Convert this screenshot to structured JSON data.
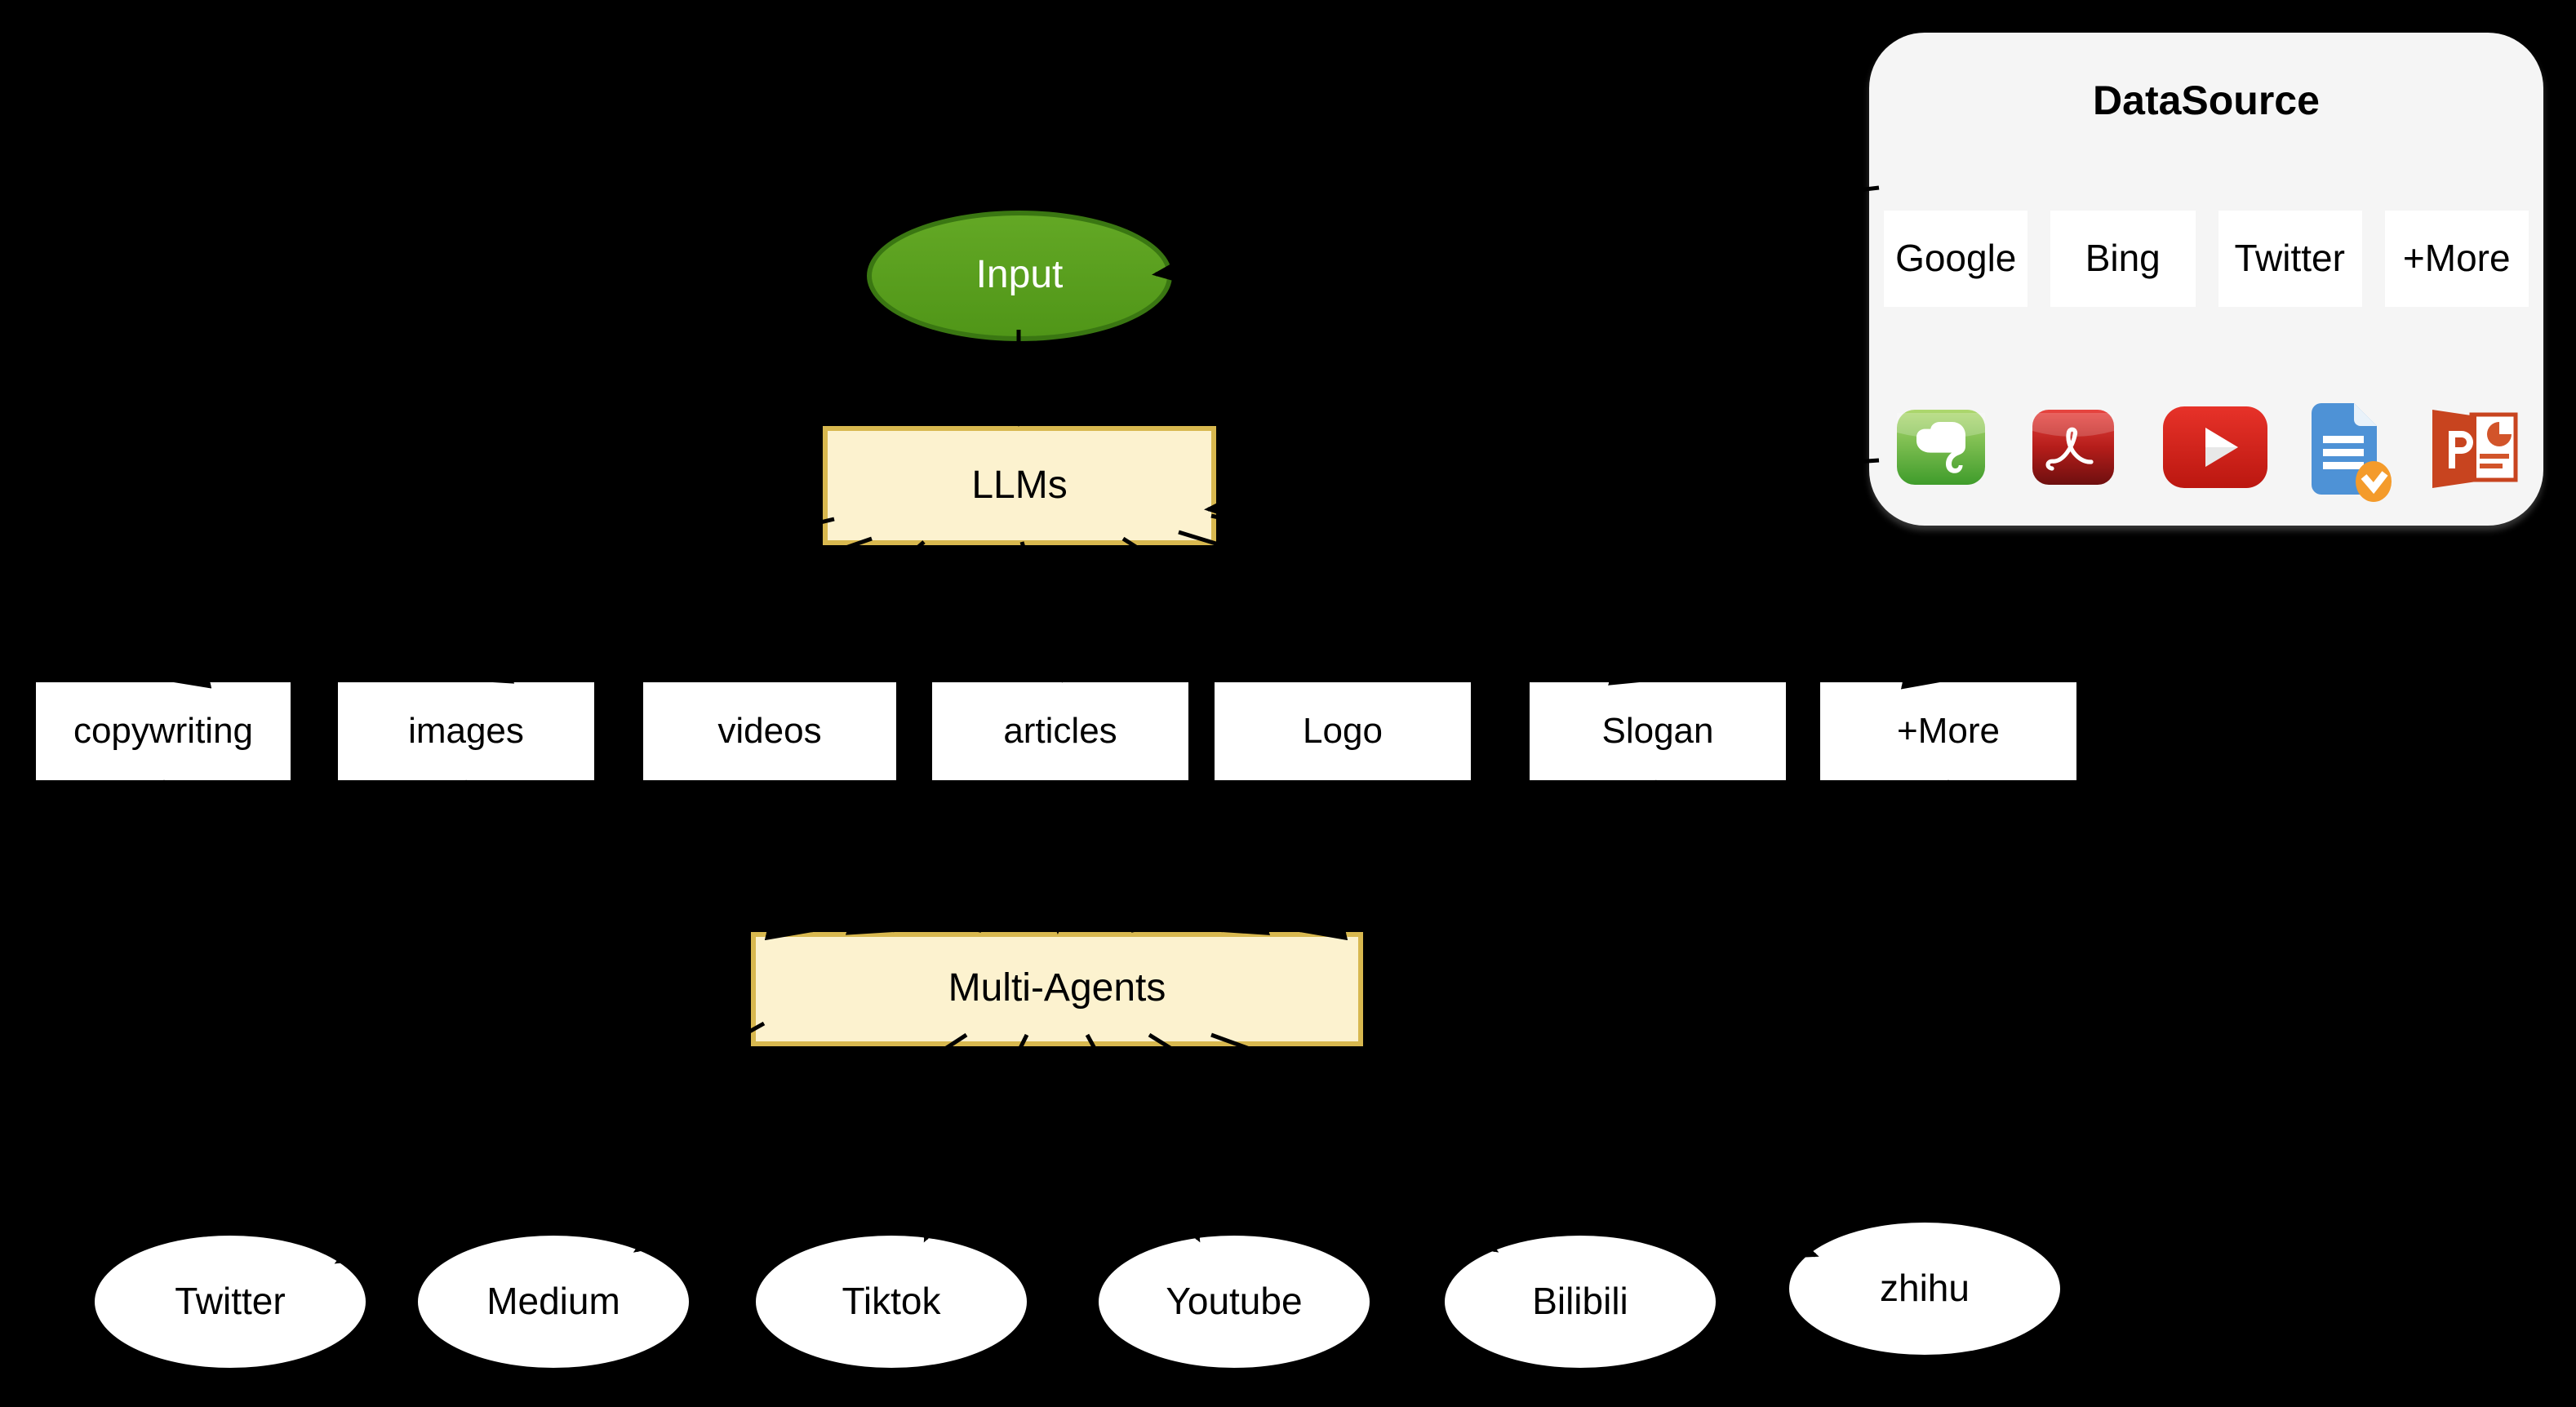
{
  "diagram": {
    "input": {
      "label": "Input"
    },
    "llms": {
      "label": "LLMs"
    },
    "outputs": [
      "copywriting",
      "images",
      "videos",
      "articles",
      "Logo",
      "Slogan",
      "+More"
    ],
    "multi_agents": {
      "label": "Multi-Agents"
    },
    "channels": [
      "Twitter",
      "Medium",
      "Tiktok",
      "Youtube",
      "Bilibili",
      "zhihu"
    ],
    "datasource": {
      "title": "DataSource",
      "sources": [
        "Google",
        "Bing",
        "Twitter",
        "+More"
      ],
      "icons": [
        "evernote-icon",
        "adobe-pdf-icon",
        "youtube-icon",
        "google-docs-icon",
        "powerpoint-icon"
      ]
    },
    "colors": {
      "background": "#000000",
      "input_fill": "#58A01C",
      "input_stroke": "#3A7712",
      "agent_fill": "#FCF2CF",
      "agent_stroke": "#D8B84F",
      "output_fill": "#FFFFFF",
      "channel_fill": "#FFFFFF",
      "panel_fill": "#F5F5F5",
      "arrow": "#000000",
      "text_dark": "#000000",
      "text_light": "#FFFFFF"
    }
  }
}
